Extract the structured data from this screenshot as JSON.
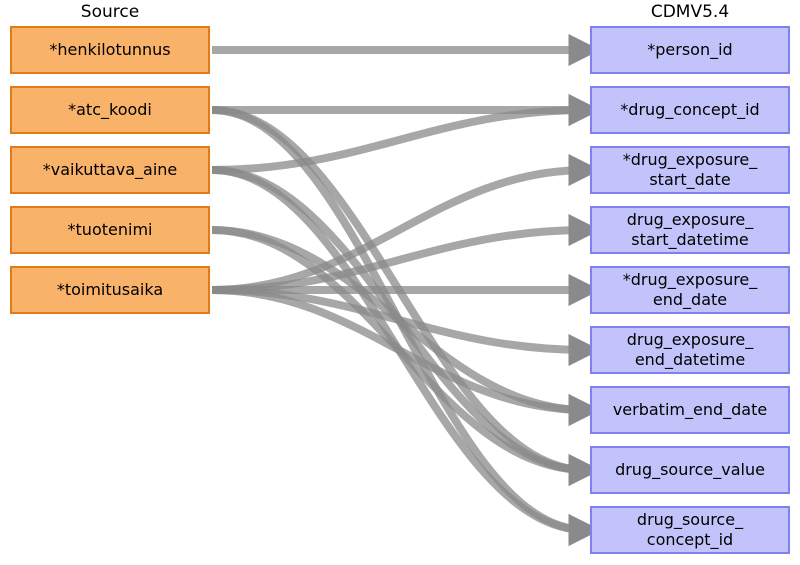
{
  "source_title": "Source",
  "target_title": "CDMV5.4",
  "sources": [
    {
      "id": "henkilotunnus",
      "label": "*henkilotunnus"
    },
    {
      "id": "atc_koodi",
      "label": "*atc_koodi"
    },
    {
      "id": "vaikuttava_aine",
      "label": "*vaikuttava_aine"
    },
    {
      "id": "tuotenimi",
      "label": "*tuotenimi"
    },
    {
      "id": "toimitusaika",
      "label": "*toimitusaika"
    }
  ],
  "targets": [
    {
      "id": "person_id",
      "label": "*person_id"
    },
    {
      "id": "drug_concept_id",
      "label": "*drug_concept_id"
    },
    {
      "id": "drug_exposure_start_date",
      "label": "*drug_exposure_\nstart_date"
    },
    {
      "id": "drug_exposure_start_datetime",
      "label": "drug_exposure_\nstart_datetime"
    },
    {
      "id": "drug_exposure_end_date",
      "label": "*drug_exposure_\nend_date"
    },
    {
      "id": "drug_exposure_end_datetime",
      "label": "drug_exposure_\nend_datetime"
    },
    {
      "id": "verbatim_end_date",
      "label": "verbatim_end_date"
    },
    {
      "id": "drug_source_value",
      "label": "drug_source_value"
    },
    {
      "id": "drug_source_concept_id",
      "label": "drug_source_\nconcept_id"
    }
  ],
  "mappings": [
    {
      "from": 0,
      "to": 0
    },
    {
      "from": 1,
      "to": 1
    },
    {
      "from": 1,
      "to": 7
    },
    {
      "from": 1,
      "to": 8
    },
    {
      "from": 2,
      "to": 1
    },
    {
      "from": 2,
      "to": 7
    },
    {
      "from": 2,
      "to": 8
    },
    {
      "from": 3,
      "to": 6
    },
    {
      "from": 3,
      "to": 7
    },
    {
      "from": 4,
      "to": 2
    },
    {
      "from": 4,
      "to": 3
    },
    {
      "from": 4,
      "to": 4
    },
    {
      "from": 4,
      "to": 5
    },
    {
      "from": 4,
      "to": 6
    }
  ],
  "colors": {
    "source_fill": "#f9b26a",
    "source_border": "#e07b17",
    "target_fill": "#c3c3fb",
    "target_border": "#8080ee",
    "arrow": "#8a8a8a"
  }
}
